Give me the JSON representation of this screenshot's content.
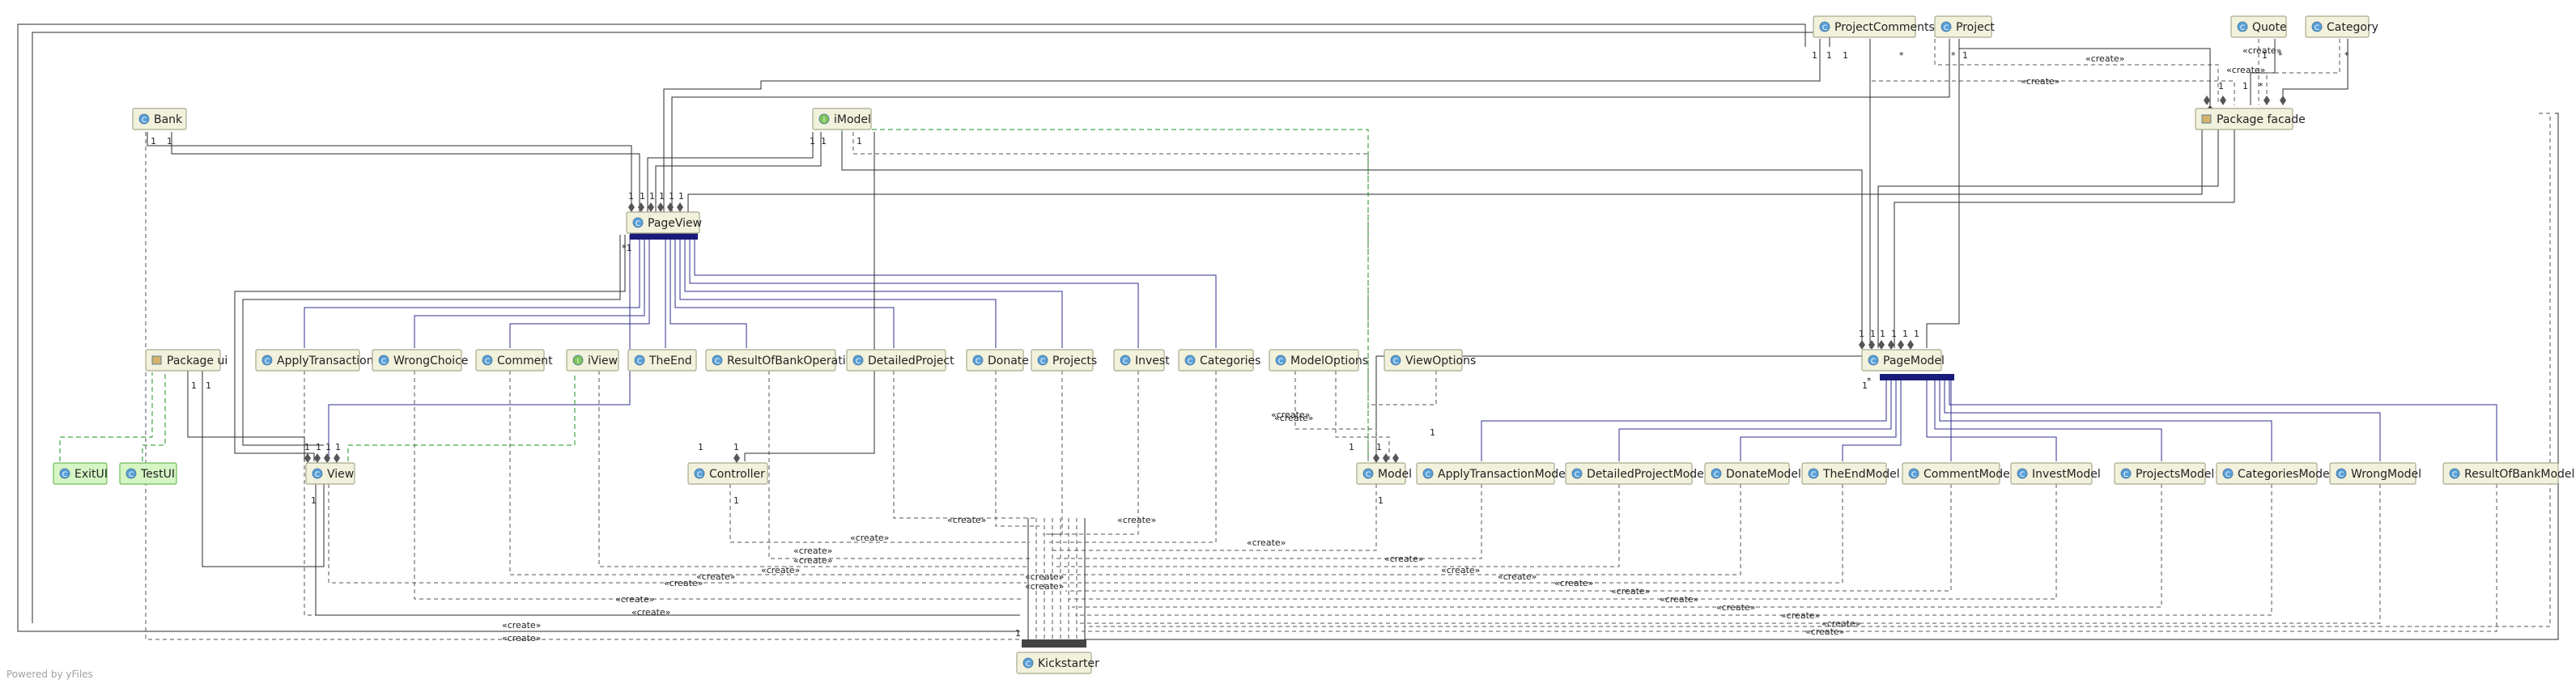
{
  "footer": "Powered by yFiles",
  "create_label": "«create»",
  "nodes": [
    {
      "id": "ProjectComments",
      "label": "ProjectComments",
      "kind": "class"
    },
    {
      "id": "Project",
      "label": "Project",
      "kind": "class"
    },
    {
      "id": "Quote",
      "label": "Quote",
      "kind": "class"
    },
    {
      "id": "Category",
      "label": "Category",
      "kind": "class"
    },
    {
      "id": "Bank",
      "label": "Bank",
      "kind": "class"
    },
    {
      "id": "iModel",
      "label": "iModel",
      "kind": "interface"
    },
    {
      "id": "PackageFacade",
      "label": "Package facade",
      "kind": "package"
    },
    {
      "id": "PageView",
      "label": "PageView",
      "kind": "class"
    },
    {
      "id": "PackageUi",
      "label": "Package ui",
      "kind": "package"
    },
    {
      "id": "ApplyTransaction",
      "label": "ApplyTransaction",
      "kind": "class"
    },
    {
      "id": "WrongChoice",
      "label": "WrongChoice",
      "kind": "class"
    },
    {
      "id": "Comment",
      "label": "Comment",
      "kind": "class"
    },
    {
      "id": "iView",
      "label": "iView",
      "kind": "interface"
    },
    {
      "id": "TheEnd",
      "label": "TheEnd",
      "kind": "class"
    },
    {
      "id": "ResultOfBankOperation",
      "label": "ResultOfBankOperation",
      "kind": "class"
    },
    {
      "id": "DetailedProject",
      "label": "DetailedProject",
      "kind": "class"
    },
    {
      "id": "Donate",
      "label": "Donate",
      "kind": "class"
    },
    {
      "id": "Projects",
      "label": "Projects",
      "kind": "class"
    },
    {
      "id": "Invest",
      "label": "Invest",
      "kind": "class"
    },
    {
      "id": "Categories",
      "label": "Categories",
      "kind": "class"
    },
    {
      "id": "ModelOptions",
      "label": "ModelOptions",
      "kind": "class"
    },
    {
      "id": "ViewOptions",
      "label": "ViewOptions",
      "kind": "class"
    },
    {
      "id": "PageModel",
      "label": "PageModel",
      "kind": "class"
    },
    {
      "id": "ExitUI",
      "label": "ExitUI",
      "kind": "class"
    },
    {
      "id": "TestUI",
      "label": "TestUI",
      "kind": "class"
    },
    {
      "id": "View",
      "label": "View",
      "kind": "class"
    },
    {
      "id": "Controller",
      "label": "Controller",
      "kind": "class"
    },
    {
      "id": "Model",
      "label": "Model",
      "kind": "class"
    },
    {
      "id": "ApplyTransactionModel",
      "label": "ApplyTransactionModel",
      "kind": "class"
    },
    {
      "id": "DetailedProjectModel",
      "label": "DetailedProjectModel",
      "kind": "class"
    },
    {
      "id": "DonateModel",
      "label": "DonateModel",
      "kind": "class"
    },
    {
      "id": "TheEndModel",
      "label": "TheEndModel",
      "kind": "class"
    },
    {
      "id": "CommentModel",
      "label": "CommentModel",
      "kind": "class"
    },
    {
      "id": "InvestModel",
      "label": "InvestModel",
      "kind": "class"
    },
    {
      "id": "ProjectsModel",
      "label": "ProjectsModel",
      "kind": "class"
    },
    {
      "id": "CategoriesModel",
      "label": "CategoriesModel",
      "kind": "class"
    },
    {
      "id": "WrongModel",
      "label": "WrongModel",
      "kind": "class"
    },
    {
      "id": "ResultOfBankModel",
      "label": "ResultOfBankModel",
      "kind": "class"
    },
    {
      "id": "Kickstarter",
      "label": "Kickstarter",
      "kind": "class"
    }
  ]
}
